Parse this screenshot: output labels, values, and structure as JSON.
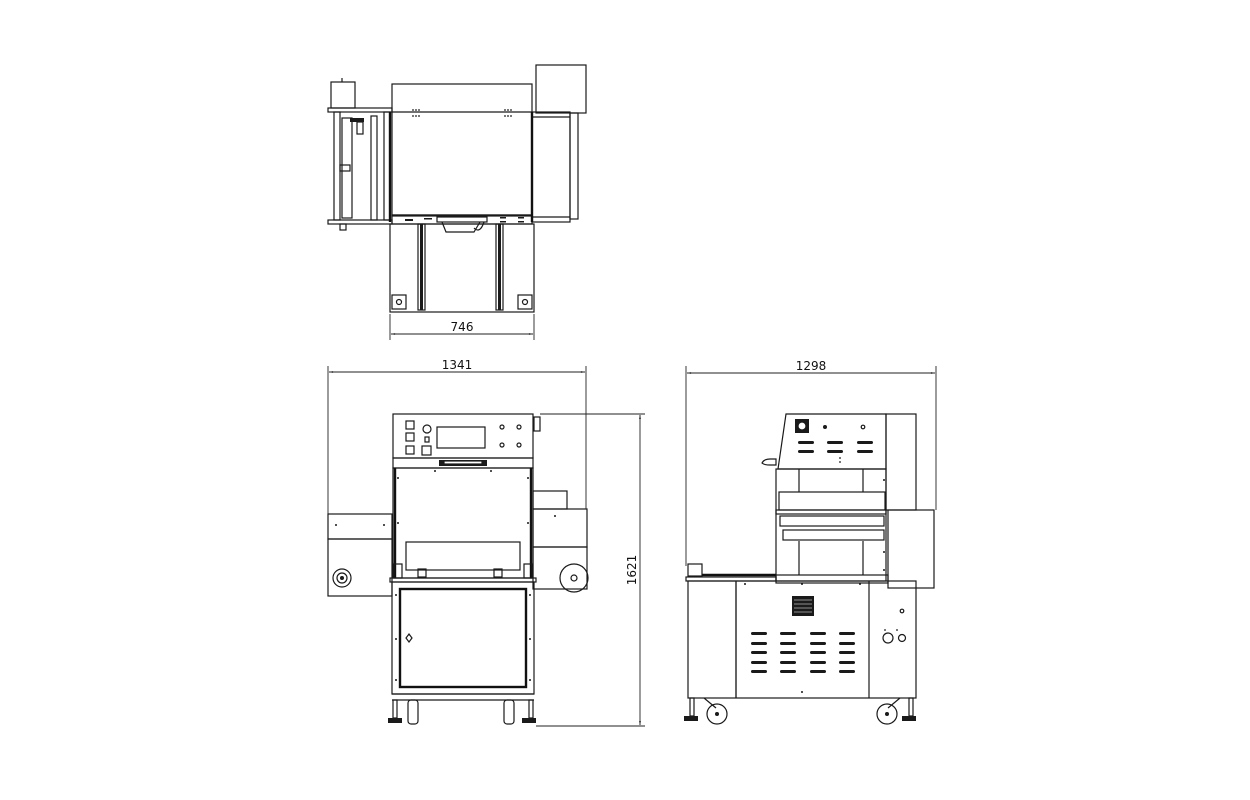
{
  "diagram": {
    "type": "technical-drawing",
    "subject": "tray sealing machine orthographic views",
    "line_color": "#1a1a1a",
    "background": "#ffffff",
    "views": [
      {
        "name": "top-view",
        "dimension_label": "746",
        "dimension_axis": "horizontal"
      },
      {
        "name": "front-view",
        "dimension_label": "1341",
        "dimension_axis": "horizontal"
      },
      {
        "name": "side-view",
        "dimension_label": "1298",
        "dimension_axis": "horizontal"
      },
      {
        "name": "height",
        "dimension_label": "1621",
        "dimension_axis": "vertical"
      }
    ]
  },
  "dimensions": {
    "top_width": "746",
    "front_width": "1341",
    "side_width": "1298",
    "height": "1621"
  }
}
